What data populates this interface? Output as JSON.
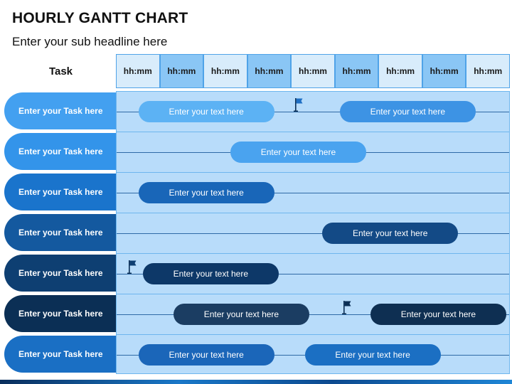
{
  "title": "HOURLY GANTT CHART",
  "subtitle": "Enter your sub headline here",
  "task_header": "Task",
  "time_slots": [
    "hh:mm",
    "hh:mm",
    "hh:mm",
    "hh:mm",
    "hh:mm",
    "hh:mm",
    "hh:mm",
    "hh:mm",
    "hh:mm"
  ],
  "tasks": [
    {
      "label": "Enter your Task here",
      "color": "#43a0f0"
    },
    {
      "label": "Enter your Task here",
      "color": "#3394ea"
    },
    {
      "label": "Enter your Task here",
      "color": "#1a74cc"
    },
    {
      "label": "Enter your Task here",
      "color": "#14599f"
    },
    {
      "label": "Enter your Task here",
      "color": "#0e3f72"
    },
    {
      "label": "Enter your Task here",
      "color": "#0b2f55"
    },
    {
      "label": "Enter your Task here",
      "color": "#1a6fc4"
    }
  ],
  "bars": [
    {
      "row": 0,
      "start_slot": 0.5,
      "end_slot": 3.6,
      "label": "Enter your text here",
      "color": "#5cb2f4"
    },
    {
      "row": 0,
      "start_slot": 5.1,
      "end_slot": 8.2,
      "label": "Enter your text here",
      "color": "#3d93e4"
    },
    {
      "row": 1,
      "start_slot": 2.6,
      "end_slot": 5.7,
      "label": "Enter your text here",
      "color": "#4aa3ef"
    },
    {
      "row": 2,
      "start_slot": 0.5,
      "end_slot": 3.6,
      "label": "Enter your text here",
      "color": "#1966b8"
    },
    {
      "row": 3,
      "start_slot": 4.7,
      "end_slot": 7.8,
      "label": "Enter your text here",
      "color": "#134a86"
    },
    {
      "row": 4,
      "start_slot": 0.6,
      "end_slot": 3.7,
      "label": "Enter your text here",
      "color": "#0d3868"
    },
    {
      "row": 5,
      "start_slot": 1.3,
      "end_slot": 4.4,
      "label": "Enter your text here",
      "color": "#1b3d62"
    },
    {
      "row": 5,
      "start_slot": 5.8,
      "end_slot": 8.9,
      "label": "Enter your text here",
      "color": "#0e2f52"
    },
    {
      "row": 6,
      "start_slot": 0.5,
      "end_slot": 3.6,
      "label": "Enter your text here",
      "color": "#1b66b9"
    },
    {
      "row": 6,
      "start_slot": 4.3,
      "end_slot": 7.4,
      "label": "Enter your text here",
      "color": "#1b6fc3"
    }
  ],
  "milestones": [
    {
      "row": 0,
      "slot": 4.1,
      "color": "#1f6fc4"
    },
    {
      "row": 4,
      "slot": 0.3,
      "color": "#0e3f72"
    },
    {
      "row": 5,
      "slot": 5.2,
      "color": "#0b2f55"
    }
  ]
}
